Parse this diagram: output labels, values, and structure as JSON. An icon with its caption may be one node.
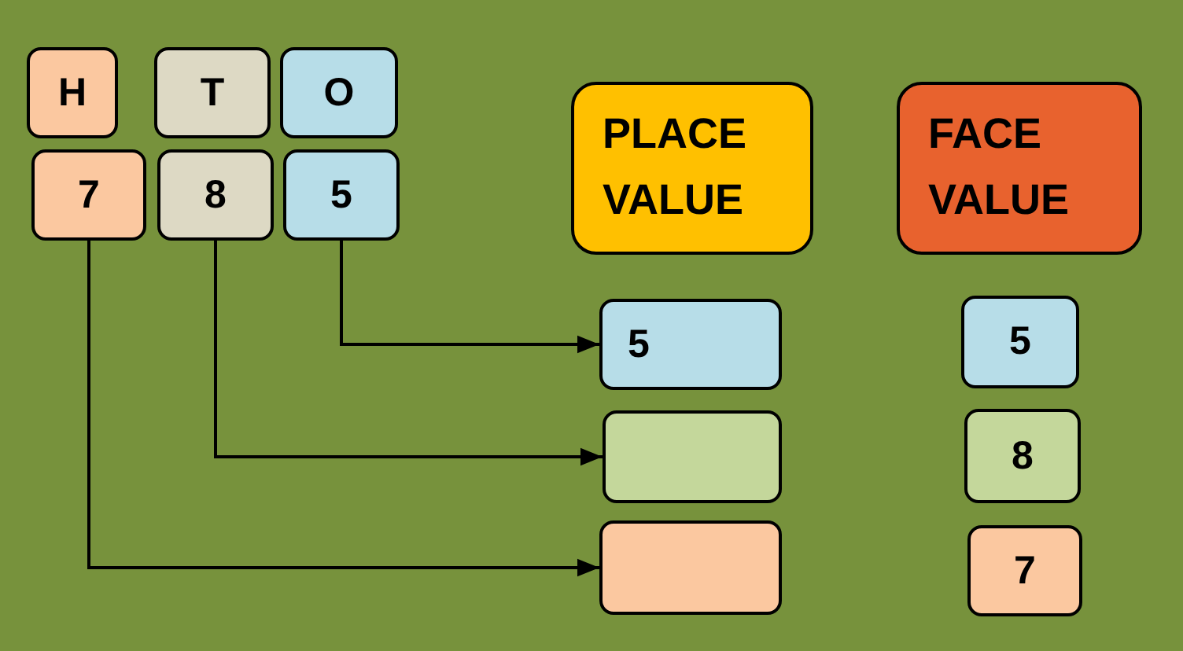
{
  "diagram": {
    "nodes": [
      {
        "text": [
          "H"
        ]
      },
      {
        "text": [
          "T"
        ]
      },
      {
        "text": [
          "O"
        ]
      },
      {
        "text": [
          "7"
        ]
      },
      {
        "text": [
          "8"
        ]
      },
      {
        "text": [
          "5"
        ]
      },
      {
        "text": [
          "PLACE VALUE"
        ]
      },
      {
        "text": [
          "FACE VALUE"
        ]
      },
      {
        "text": [
          "5"
        ]
      },
      {
        "text": [],
        "shape": "box"
      },
      {
        "text": [],
        "shape": "box"
      },
      {
        "text": [
          "5"
        ]
      },
      {
        "text": [
          "8"
        ]
      },
      {
        "text": [
          "7"
        ]
      }
    ],
    "edges": [
      {
        "from": 5,
        "to": 8,
        "arrow": "to"
      },
      {
        "from": 4,
        "to": 9,
        "arrow": "to"
      },
      {
        "from": 3,
        "to": 10,
        "arrow": "to"
      }
    ]
  }
}
